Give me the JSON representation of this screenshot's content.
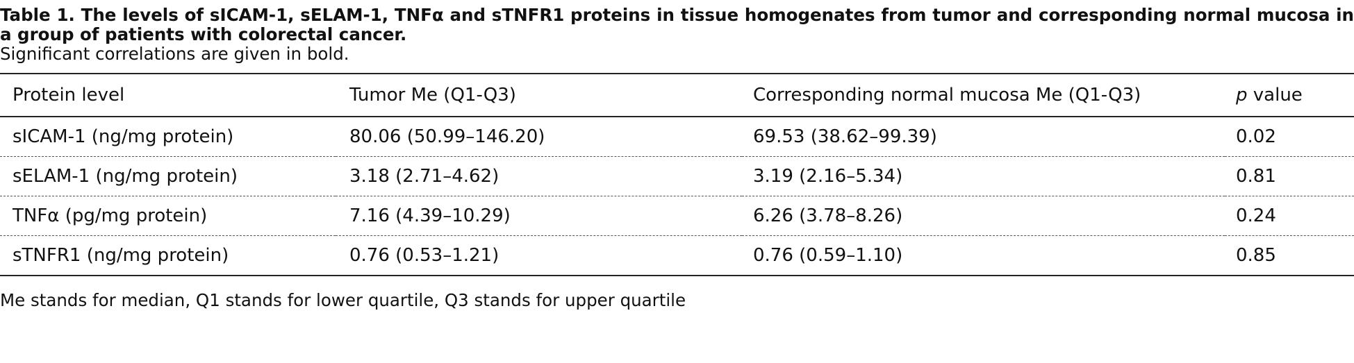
{
  "caption": {
    "title": "Table 1. The levels of sICAM-1, sELAM-1, TNFα and sTNFR1 proteins in tissue homogenates from tumor and corresponding normal mucosa in a group of patients with colorectal cancer.",
    "subtitle": "Significant correlations are given in bold."
  },
  "table": {
    "headers": {
      "protein": "Protein level",
      "tumor": "Tumor Me (Q1-Q3)",
      "normal": "Corresponding normal mucosa Me (Q1-Q3)",
      "p_italic": "p",
      "p_rest": " value"
    },
    "rows": [
      {
        "protein": "sICAM-1 (ng/mg protein)",
        "tumor": "80.06 (50.99–146.20)",
        "normal": "69.53 (38.62–99.39)",
        "p": "0.02",
        "significant": true
      },
      {
        "protein": "sELAM-1 (ng/mg protein)",
        "tumor": "3.18 (2.71–4.62)",
        "normal": "3.19 (2.16–5.34)",
        "p": "0.81",
        "significant": false
      },
      {
        "protein": "TNFα (pg/mg protein)",
        "tumor": "7.16 (4.39–10.29)",
        "normal": "6.26 (3.78–8.26)",
        "p": "0.24",
        "significant": false
      },
      {
        "protein": "sTNFR1 (ng/mg protein)",
        "tumor": "0.76 (0.53–1.21)",
        "normal": "0.76 (0.59–1.10)",
        "p": "0.85",
        "significant": false
      }
    ]
  },
  "footnote": "Me stands for median, Q1 stands for lower quartile, Q3 stands for upper quartile"
}
